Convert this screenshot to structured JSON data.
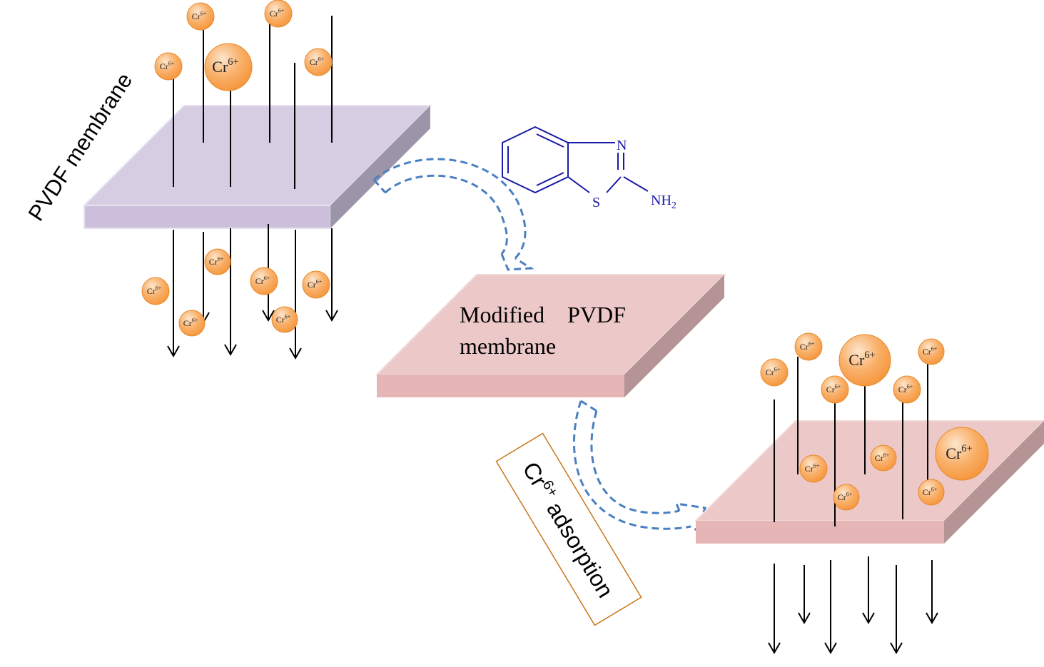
{
  "ion": {
    "base": "Cr",
    "charge": "6+"
  },
  "labels": {
    "pvdf_membrane": "PVDF membrane",
    "modified_line1": "Modified    PVDF",
    "modified_line2": "membrane",
    "adsorption_suffix": " adsorption"
  },
  "molecule": {
    "atom_n": "N",
    "atom_s": "S",
    "group_nh": "NH",
    "group_sub": "2"
  },
  "colors": {
    "pvdf_top": "#d6cde2",
    "pvdf_front": "#cbbfdc",
    "pvdf_side": "#9c94a8",
    "modified_top": "#ecc8c8",
    "modified_front": "#e6b5b5",
    "modified_side": "#b49494",
    "ion_fill": "#f6973e",
    "ion_highlight": "#fde6cc",
    "arrow_dashed": "#4a7fc1",
    "molecule": "#1a1aa8",
    "label_border": "#c7771e"
  }
}
